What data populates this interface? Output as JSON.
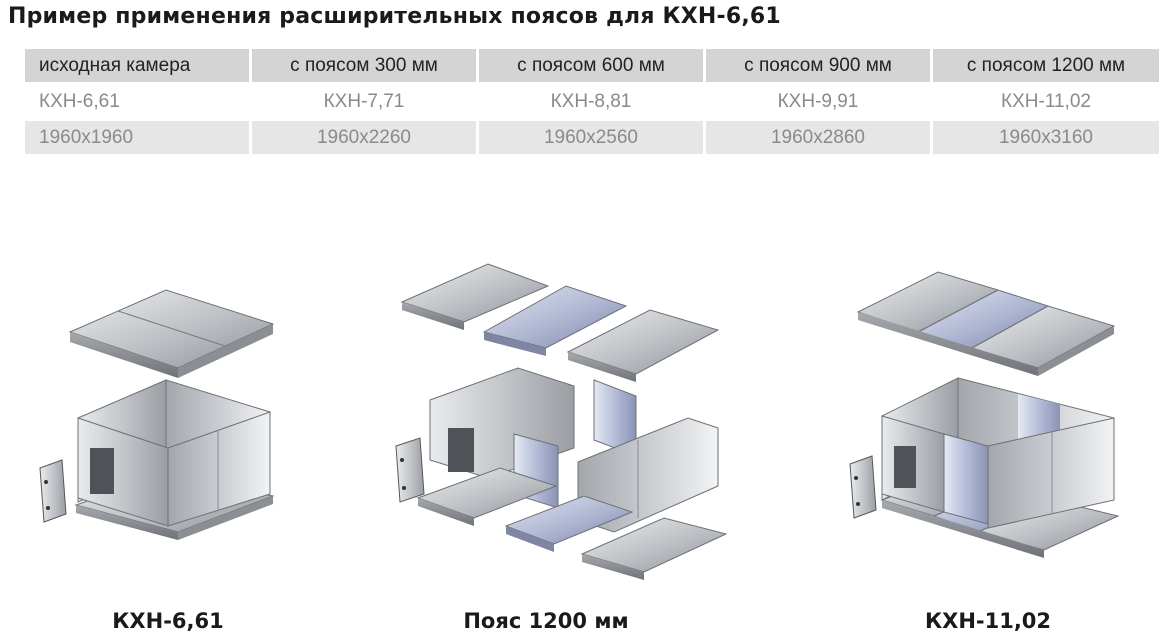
{
  "title": "Пример применения расширительных поясов для КХН-6,61",
  "table": {
    "headers": [
      "исходная камера",
      "с поясом 300 мм",
      "с поясом 600 мм",
      "с поясом 900 мм",
      "с поясом 1200 мм"
    ],
    "rows": [
      [
        "КХН-6,61",
        "КХН-7,71",
        "КХН-8,81",
        "КХН-9,91",
        "КХН-11,02"
      ],
      [
        "1960х1960",
        "1960х2260",
        "1960х2560",
        "1960х2860",
        "1960х3160"
      ]
    ]
  },
  "figures": [
    {
      "caption": "КХН-6,61"
    },
    {
      "caption": "Пояс 1200 мм"
    },
    {
      "caption": "КХН-11,02"
    }
  ],
  "colors": {
    "panel_gray": "#bfc1c4",
    "panel_blue": "#a7afcb",
    "header_bg": "#d4d4d4",
    "stripe_bg": "#e6e6e6"
  }
}
